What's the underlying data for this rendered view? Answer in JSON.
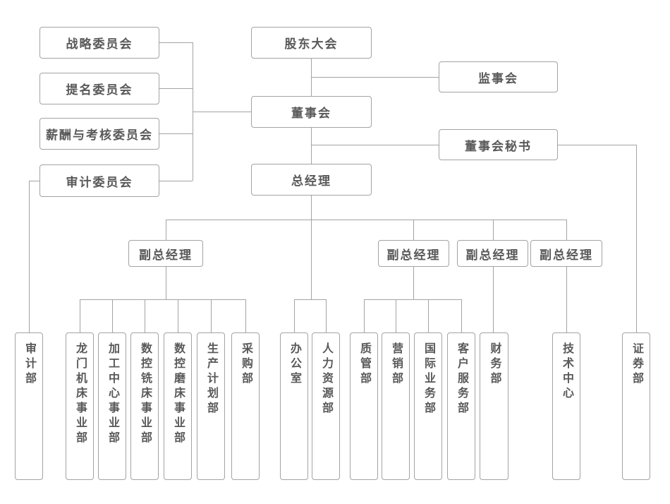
{
  "diagram": {
    "type": "org-chart",
    "background_color": "#ffffff",
    "line_color": "#a3a3a3",
    "box_border_color": "#a3a3a3",
    "text_color": "#595959"
  },
  "nodes": {
    "shareholders_meeting": {
      "label": "股东大会"
    },
    "supervisory_board": {
      "label": "监事会"
    },
    "board_of_directors": {
      "label": "董事会"
    },
    "board_secretary": {
      "label": "董事会秘书"
    },
    "general_manager": {
      "label": "总经理"
    },
    "strategy_committee": {
      "label": "战略委员会"
    },
    "nomination_committee": {
      "label": "提名委员会"
    },
    "compensation_committee": {
      "label": "薪酬与考核委员会"
    },
    "audit_committee": {
      "label": "审计委员会"
    },
    "deputy_gm_1": {
      "label": "副总经理"
    },
    "deputy_gm_2": {
      "label": "副总经理"
    },
    "deputy_gm_3": {
      "label": "副总经理"
    },
    "deputy_gm_4": {
      "label": "副总经理"
    },
    "audit_dept": {
      "label": "审计部"
    },
    "longmen_machine_tool_div": {
      "label": "龙门机床事业部"
    },
    "machining_center_div": {
      "label": "加工中心事业部"
    },
    "cnc_milling_div": {
      "label": "数控铣床事业部"
    },
    "cnc_grinding_div": {
      "label": "数控磨床事业部"
    },
    "production_planning_dept": {
      "label": "生产计划部"
    },
    "procurement_dept": {
      "label": "采购部"
    },
    "office": {
      "label": "办公室"
    },
    "human_resources_dept": {
      "label": "人力资源部"
    },
    "quality_mgmt_dept": {
      "label": "质管部"
    },
    "marketing_dept": {
      "label": "营销部"
    },
    "intl_business_dept": {
      "label": "国际业务部"
    },
    "customer_service_dept": {
      "label": "客户服务部"
    },
    "finance_dept": {
      "label": "财务部"
    },
    "tech_center": {
      "label": "技术中心"
    },
    "securities_dept": {
      "label": "证券部"
    }
  },
  "edges": [
    {
      "from": "股东大会",
      "to": "监事会"
    },
    {
      "from": "股东大会",
      "to": "董事会"
    },
    {
      "from": "董事会",
      "to": "战略委员会"
    },
    {
      "from": "董事会",
      "to": "提名委员会"
    },
    {
      "from": "董事会",
      "to": "薪酬与考核委员会"
    },
    {
      "from": "董事会",
      "to": "审计委员会"
    },
    {
      "from": "董事会",
      "to": "董事会秘书"
    },
    {
      "from": "董事会",
      "to": "总经理"
    },
    {
      "from": "董事会秘书",
      "to": "证券部"
    },
    {
      "from": "审计委员会",
      "to": "审计部"
    },
    {
      "from": "总经理",
      "to": "副总经理(1)"
    },
    {
      "from": "总经理",
      "to": "副总经理(2)"
    },
    {
      "from": "总经理",
      "to": "副总经理(3)"
    },
    {
      "from": "总经理",
      "to": "副总经理(4)"
    },
    {
      "from": "总经理",
      "to": "办公室"
    },
    {
      "from": "总经理",
      "to": "人力资源部"
    },
    {
      "from": "副总经理(1)",
      "to": "龙门机床事业部"
    },
    {
      "from": "副总经理(1)",
      "to": "加工中心事业部"
    },
    {
      "from": "副总经理(1)",
      "to": "数控铣床事业部"
    },
    {
      "from": "副总经理(1)",
      "to": "数控磨床事业部"
    },
    {
      "from": "副总经理(1)",
      "to": "生产计划部"
    },
    {
      "from": "副总经理(1)",
      "to": "采购部"
    },
    {
      "from": "副总经理(2)",
      "to": "质管部"
    },
    {
      "from": "副总经理(2)",
      "to": "营销部"
    },
    {
      "from": "副总经理(2)",
      "to": "国际业务部"
    },
    {
      "from": "副总经理(2)",
      "to": "客户服务部"
    },
    {
      "from": "副总经理(3)",
      "to": "财务部"
    },
    {
      "from": "副总经理(4)",
      "to": "技术中心"
    }
  ]
}
